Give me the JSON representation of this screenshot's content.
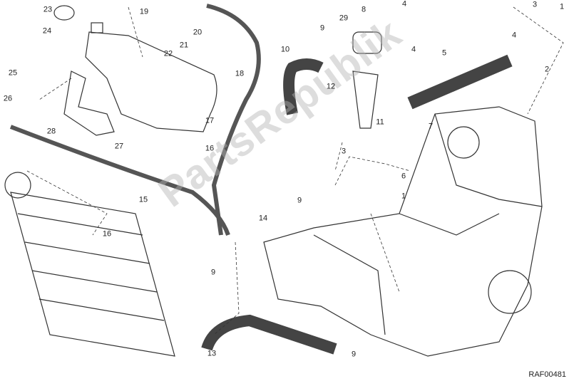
{
  "diagram": {
    "labels": [
      "23",
      "19",
      "20",
      "24",
      "22",
      "21",
      "18",
      "25",
      "26",
      "17",
      "27",
      "28",
      "16",
      "15",
      "16",
      "14",
      "9",
      "13",
      "9",
      "29",
      "8",
      "4",
      "4",
      "9",
      "10",
      "12",
      "11",
      "5",
      "3",
      "1",
      "4",
      "2",
      "7",
      "3",
      "9",
      "6",
      "1"
    ],
    "drawing_code": "RAF00481",
    "watermark": "PartsRepublik"
  }
}
